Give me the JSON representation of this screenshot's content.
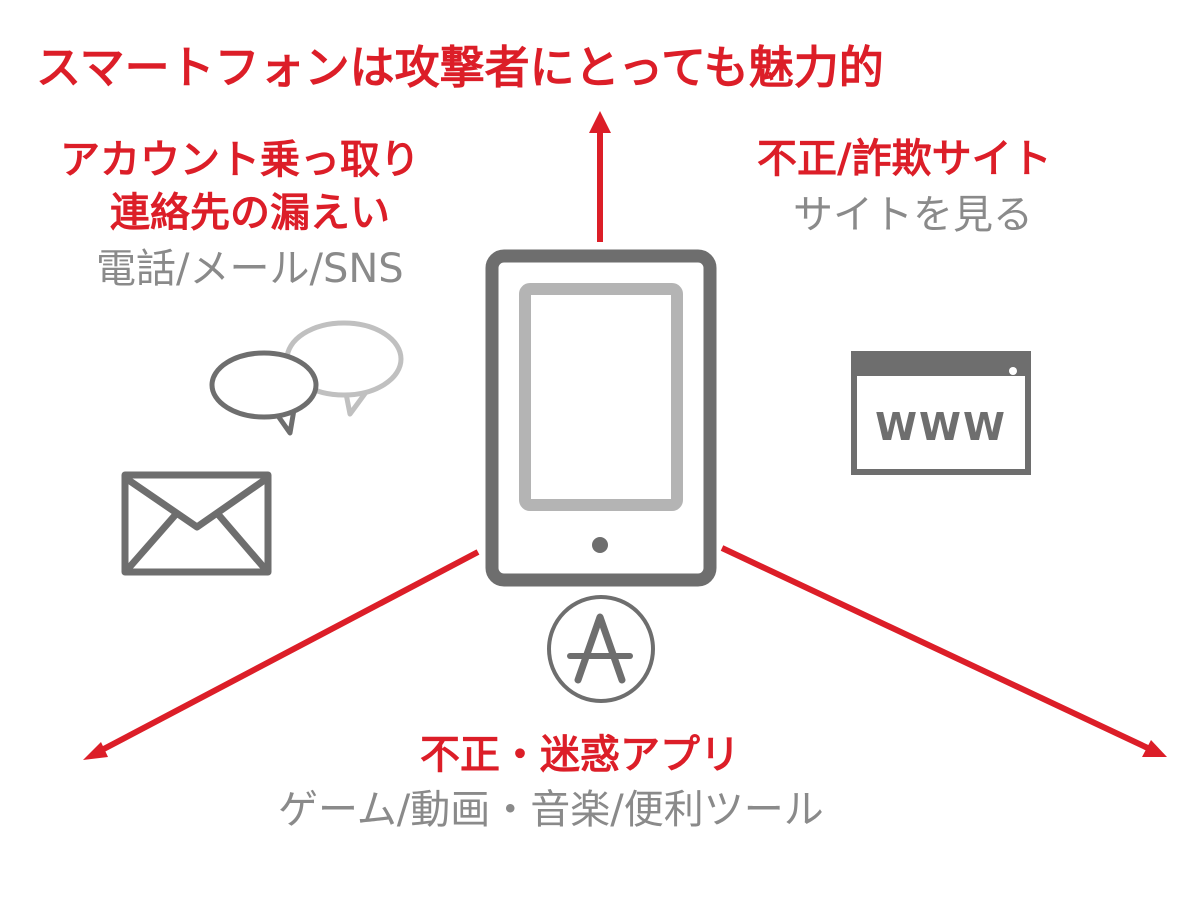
{
  "headline": "スマートフォンは攻撃者にとっても魅力的",
  "left_block": {
    "line1": "アカウント乗っ取り",
    "line2": "連絡先の漏えい",
    "sub": "電話/メール/SNS"
  },
  "right_block": {
    "title": "不正/詐欺サイト",
    "sub": "サイトを見る"
  },
  "bottom_block": {
    "title": "不正・迷惑アプリ",
    "sub": "ゲーム/動画・音楽/便利ツール"
  },
  "browser_icon": {
    "text": "WWW"
  },
  "icons": [
    "smartphone-icon",
    "chat-bubbles-icon",
    "envelope-icon",
    "browser-www-icon",
    "app-store-icon"
  ],
  "colors": {
    "accent_red": "#dc1e28",
    "icon_gray": "#6e6e6e",
    "label_gray": "#8a8a8a"
  }
}
